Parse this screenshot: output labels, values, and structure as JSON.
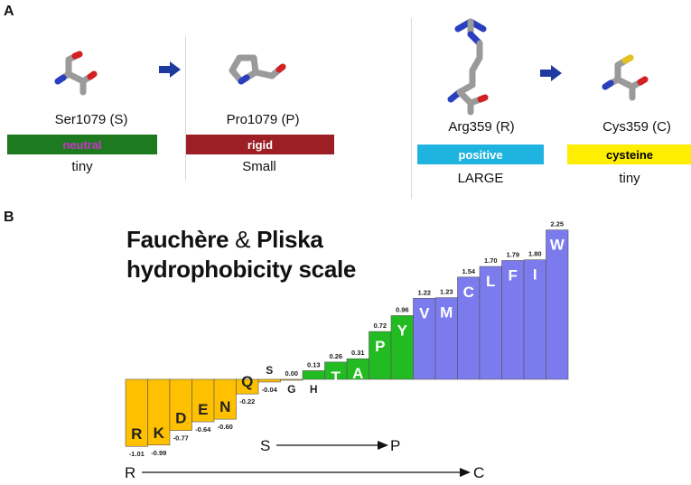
{
  "panelA": {
    "label": "A",
    "mutations": [
      {
        "from": {
          "name": "Ser1079 (S)",
          "tag": "neutral",
          "tag_bg": "#1e7a1e",
          "tag_fg": "#cc33cc",
          "size": "tiny"
        },
        "to": {
          "name": "Pro1079 (P)",
          "tag": "rigid",
          "tag_bg": "#9b1f24",
          "tag_fg": "#ffffff",
          "size": "Small"
        }
      },
      {
        "from": {
          "name": "Arg359 (R)",
          "tag": "positive",
          "tag_bg": "#1fb4e0",
          "tag_fg": "#ffffff",
          "size": "LARGE"
        },
        "to": {
          "name": "Cys359 (C)",
          "tag": "cysteine",
          "tag_bg": "#ffee00",
          "tag_fg": "#000000",
          "size": "tiny"
        }
      }
    ],
    "arrow_color": "#1c3aa0"
  },
  "panelB": {
    "label": "B",
    "title_part1": "Fauchère",
    "title_amp": "&",
    "title_part2": "Pliska",
    "title_line2": "hydrophobicity scale",
    "arrow_short_from": "S",
    "arrow_short_to": "P",
    "arrow_long_from": "R",
    "arrow_long_to": "C"
  },
  "chart_data": {
    "type": "bar",
    "categories": [
      "R",
      "K",
      "D",
      "E",
      "N",
      "Q",
      "S",
      "G",
      "H",
      "T",
      "A",
      "P",
      "Y",
      "V",
      "M",
      "C",
      "L",
      "F",
      "I",
      "W"
    ],
    "values": [
      -1.01,
      -0.99,
      -0.77,
      -0.64,
      -0.6,
      -0.22,
      -0.04,
      0.0,
      0.13,
      0.26,
      0.31,
      0.72,
      0.96,
      1.22,
      1.23,
      1.54,
      1.7,
      1.79,
      1.8,
      2.25
    ],
    "value_labels": [
      "-1.01",
      "-0.99",
      "-0.77",
      "-0.64",
      "-0.60",
      "-0.22",
      "-0.04",
      "0.00",
      "0.13",
      "0.26",
      "0.31",
      "0.72",
      "0.96",
      "1.22",
      "1.23",
      "1.54",
      "1.70",
      "1.79",
      "1.80",
      "2.25"
    ],
    "colors": [
      "#ffc000",
      "#ffc000",
      "#ffc000",
      "#ffc000",
      "#ffc000",
      "#ffc000",
      "#ffc000",
      "#ffc000",
      "#22bb22",
      "#22bb22",
      "#22bb22",
      "#22bb22",
      "#22bb22",
      "#7b7bee",
      "#7b7bee",
      "#7b7bee",
      "#7b7bee",
      "#7b7bee",
      "#7b7bee",
      "#7b7bee"
    ],
    "title": "",
    "xlabel": "",
    "ylabel": "",
    "ylim": [
      -1.01,
      2.25
    ],
    "grid": false
  }
}
